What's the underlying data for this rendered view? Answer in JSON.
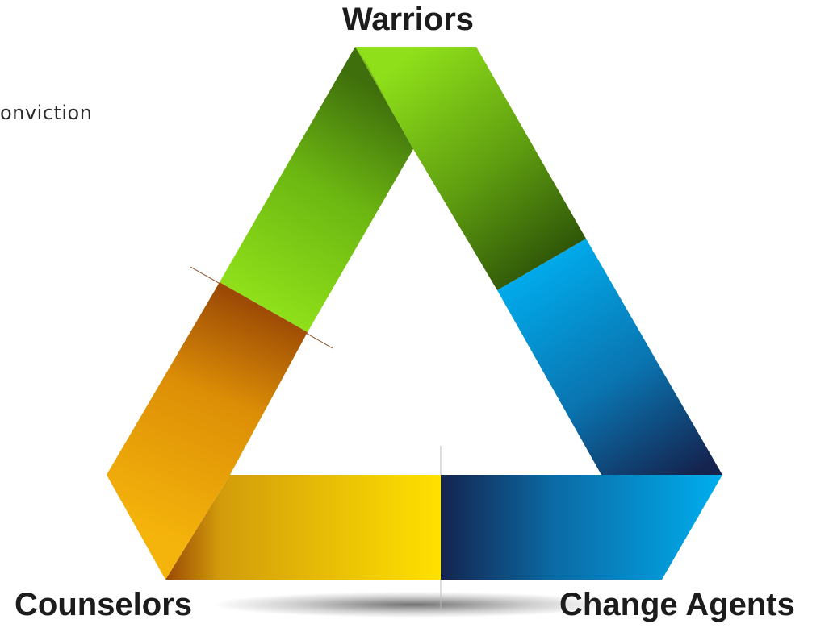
{
  "labels": {
    "top": "Warriors",
    "bottom_left": "Counselors",
    "bottom_right": "Change Agents"
  },
  "partial_text": "onviction",
  "colors": {
    "green_light": "#8fe01a",
    "green_dark": "#3f6f0c",
    "orange_dark": "#9c4a05",
    "orange_light": "#f2b00a",
    "yellow_light": "#ffe100",
    "yellow_mid": "#e6b80a",
    "blue_light": "#00aeef",
    "blue_dark": "#14244f"
  }
}
